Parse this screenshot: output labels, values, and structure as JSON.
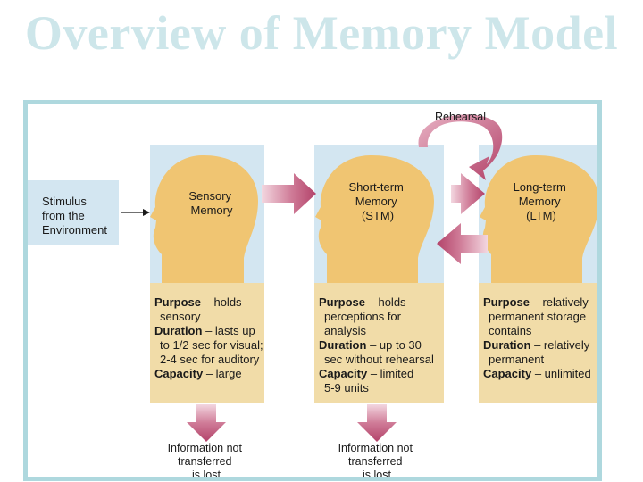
{
  "title": "Overview of Memory Model",
  "colors": {
    "title": "#cde6ea",
    "frame": "#aed8de",
    "panel_top": "#d3e6f1",
    "panel_bottom": "#f1dca8",
    "head": "#f0c572",
    "arrow": "#b94d72"
  },
  "stimulus": {
    "lines": [
      "Stimulus",
      "from the",
      "Environment"
    ]
  },
  "rehearsal": {
    "label": "Rehearsal"
  },
  "stages": [
    {
      "title_lines": [
        "Sensory",
        "Memory"
      ],
      "description": [
        {
          "term": "Purpose",
          "text": " – holds"
        },
        {
          "text": "sensory",
          "indent": true
        },
        {
          "term": "Duration",
          "text": "  – lasts up"
        },
        {
          "text": "to 1/2 sec for visual;",
          "indent": true
        },
        {
          "text": "2-4 sec for auditory",
          "indent": true
        },
        {
          "term": "Capacity",
          "text": " – large"
        }
      ],
      "lost_lines": [
        "Information not",
        "transferred",
        "is lost"
      ]
    },
    {
      "title_lines": [
        "Short-term",
        "Memory",
        "(STM)"
      ],
      "description": [
        {
          "term": "Purpose",
          "text": " – holds"
        },
        {
          "text": "perceptions for",
          "indent": true
        },
        {
          "text": "analysis",
          "indent": true
        },
        {
          "term": "Duration",
          "text": "  – up to 30"
        },
        {
          "text": "sec without rehearsal",
          "indent": true
        },
        {
          "term": "Capacity",
          "text": " – limited"
        },
        {
          "text": "5-9 units",
          "indent": true
        }
      ],
      "lost_lines": [
        "Information not",
        "transferred",
        "is lost"
      ]
    },
    {
      "title_lines": [
        "Long-term",
        "Memory",
        "(LTM)"
      ],
      "description": [
        {
          "term": "Purpose",
          "text": " – relatively"
        },
        {
          "text": "permanent storage",
          "indent": true
        },
        {
          "text": "contains",
          "indent": true
        },
        {
          "term": "Duration",
          "text": "  – relatively"
        },
        {
          "text": "permanent",
          "indent": true
        },
        {
          "term": "Capacity",
          "text": " – unlimited"
        }
      ]
    }
  ]
}
